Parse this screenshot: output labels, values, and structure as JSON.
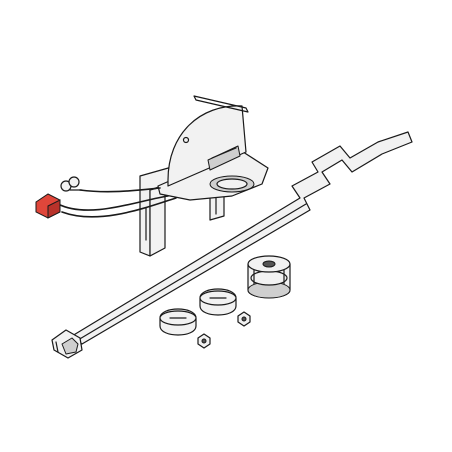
{
  "diagram": {
    "colors": {
      "background": "#ffffff",
      "outline": "#1a1a1a",
      "part_fill": "#f2f2f2",
      "shade": "#cfcfcf",
      "connector": "#e0463a",
      "connector_dark": "#b8322a"
    },
    "parts": [
      "limit-switch-bracket",
      "actuator-cam-plate",
      "wire-leads",
      "red-connector",
      "ring-terminals",
      "crank-rod",
      "rod-end-clip",
      "v-belt-pulley",
      "split-bushing-small",
      "split-bushing-large",
      "hex-nut-a",
      "hex-nut-b"
    ]
  }
}
